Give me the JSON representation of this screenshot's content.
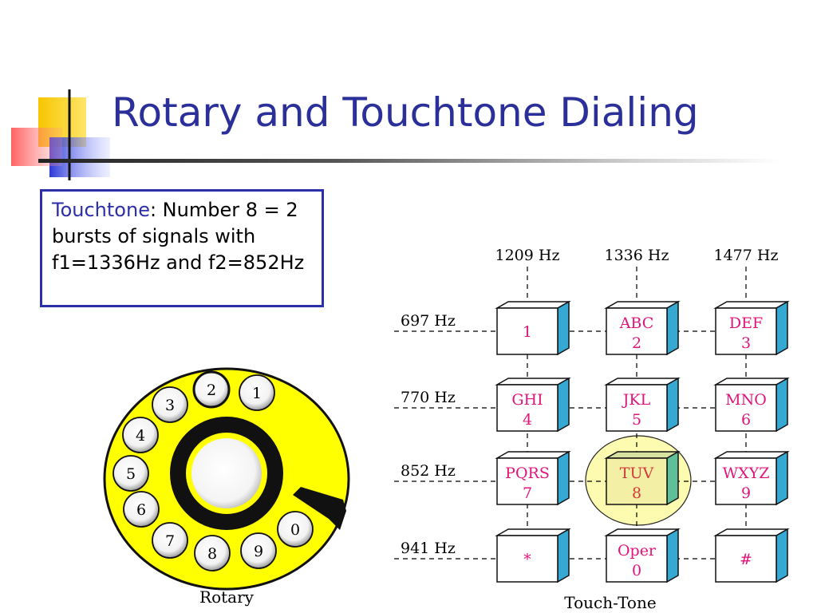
{
  "slide": {
    "title": "Rotary and Touchtone Dialing"
  },
  "info_box": {
    "highlight": "Touchtone",
    "text": ": Number 8 = 2 bursts of signals with f1=1336Hz and f2=852Hz"
  },
  "rotary": {
    "caption": "Rotary",
    "holes": [
      "1",
      "2",
      "3",
      "4",
      "5",
      "6",
      "7",
      "8",
      "9",
      "0"
    ]
  },
  "touchtone": {
    "caption": "Touch-Tone",
    "column_freqs": [
      "1209 Hz",
      "1336 Hz",
      "1477 Hz"
    ],
    "row_freqs": [
      "697 Hz",
      "770 Hz",
      "852 Hz",
      "941 Hz"
    ],
    "keys": [
      {
        "letters": "",
        "digit": "1"
      },
      {
        "letters": "ABC",
        "digit": "2"
      },
      {
        "letters": "DEF",
        "digit": "3"
      },
      {
        "letters": "GHI",
        "digit": "4"
      },
      {
        "letters": "JKL",
        "digit": "5"
      },
      {
        "letters": "MNO",
        "digit": "6"
      },
      {
        "letters": "PQRS",
        "digit": "7"
      },
      {
        "letters": "TUV",
        "digit": "8"
      },
      {
        "letters": "WXYZ",
        "digit": "9"
      },
      {
        "letters": "",
        "digit": "*"
      },
      {
        "letters": "Oper",
        "digit": "0"
      },
      {
        "letters": "",
        "digit": "#"
      }
    ],
    "highlighted_key": "8"
  },
  "colors": {
    "title": "#2b2f99",
    "key_text": "#e0147a",
    "dial_face": "#ffff00",
    "key_side": "#35a9d2",
    "highlight": "#fdfbb0"
  }
}
